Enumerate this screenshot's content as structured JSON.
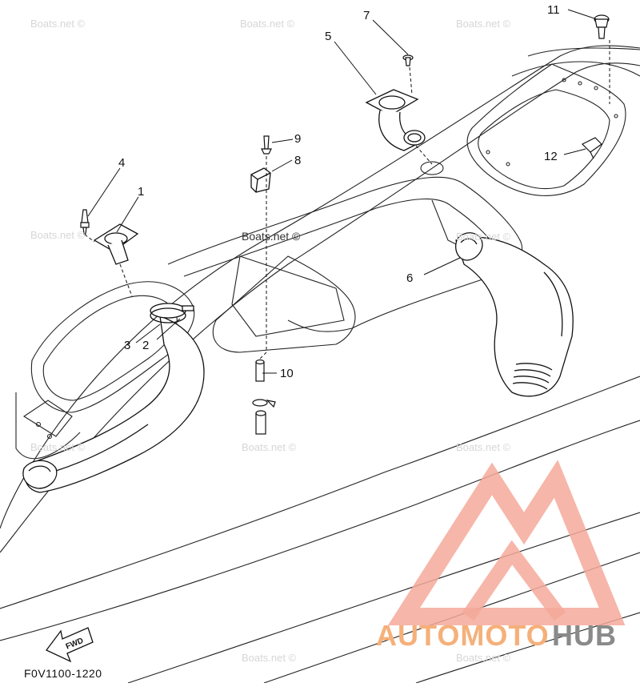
{
  "diagram": {
    "callouts": [
      {
        "id": "1",
        "label": "1"
      },
      {
        "id": "2",
        "label": "2"
      },
      {
        "id": "3",
        "label": "3"
      },
      {
        "id": "4",
        "label": "4"
      },
      {
        "id": "5",
        "label": "5"
      },
      {
        "id": "6",
        "label": "6"
      },
      {
        "id": "7",
        "label": "7"
      },
      {
        "id": "8",
        "label": "8"
      },
      {
        "id": "9",
        "label": "9"
      },
      {
        "id": "10",
        "label": "10"
      },
      {
        "id": "11",
        "label": "11"
      },
      {
        "id": "12",
        "label": "12"
      }
    ],
    "watermark_text": "Boats.net ©",
    "direction_label": "FWD",
    "drawing_code": "F0V1100-1220"
  },
  "brand": {
    "part1": "AUTOMOTO",
    "part2": "HUB",
    "color_primary": "#f4a99a",
    "color_accent": "#f5c16a",
    "color_dark": "#8a8a8a"
  }
}
